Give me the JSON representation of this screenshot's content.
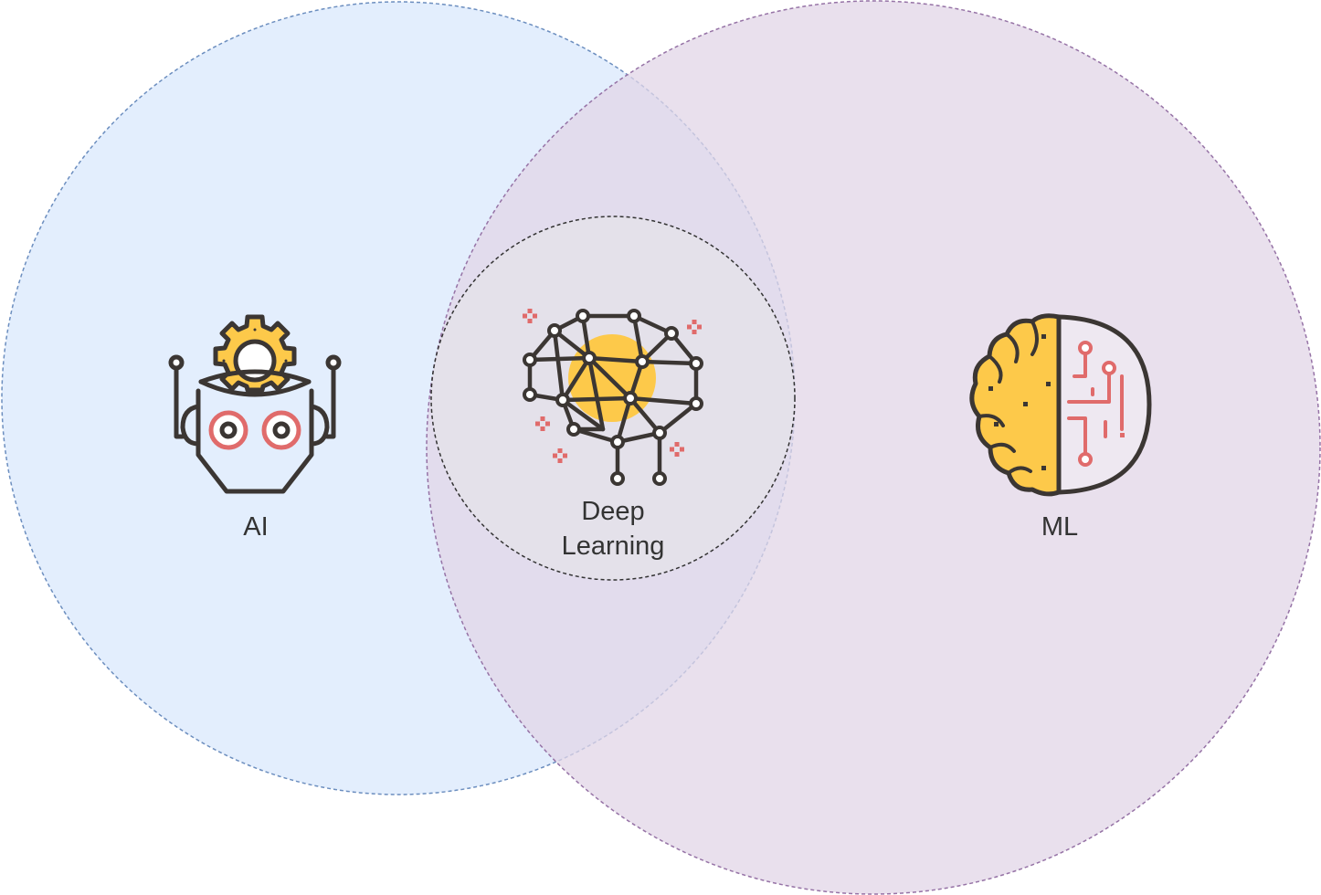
{
  "diagram": {
    "sets": [
      {
        "id": "ai",
        "label": "AI",
        "icon": "robot-gear-icon",
        "fill": "#dae8fc",
        "stroke": "#6c8ebf"
      },
      {
        "id": "ml",
        "label": "ML",
        "icon": "brain-circuit-icon",
        "fill": "#e1d5e7",
        "stroke": "#9673a6"
      },
      {
        "id": "dl",
        "label_line1": "Deep",
        "label_line2": "Learning",
        "icon": "neural-brain-icon",
        "fill": "#e6e6e6",
        "stroke": "#333333"
      }
    ],
    "icon_colors": {
      "outline": "#3b3633",
      "yellow": "#fdc94a",
      "red": "#e06b6b"
    }
  }
}
